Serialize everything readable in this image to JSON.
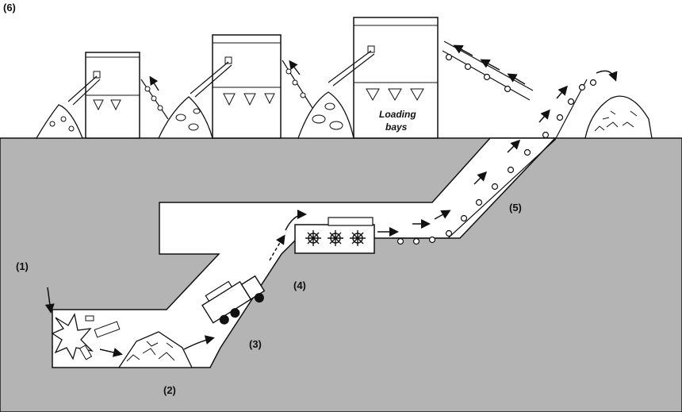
{
  "diagram": {
    "step_labels": {
      "step1": "(1)",
      "step2": "(2)",
      "step3": "(3)",
      "step4": "(4)",
      "step5": "(5)",
      "step6": "(6)"
    },
    "silo_label_line1": "Loading",
    "silo_label_line2": "bays"
  },
  "colors": {
    "ground": "#b4b4b4",
    "tunnel": "#ffffff",
    "outline": "#111111"
  }
}
